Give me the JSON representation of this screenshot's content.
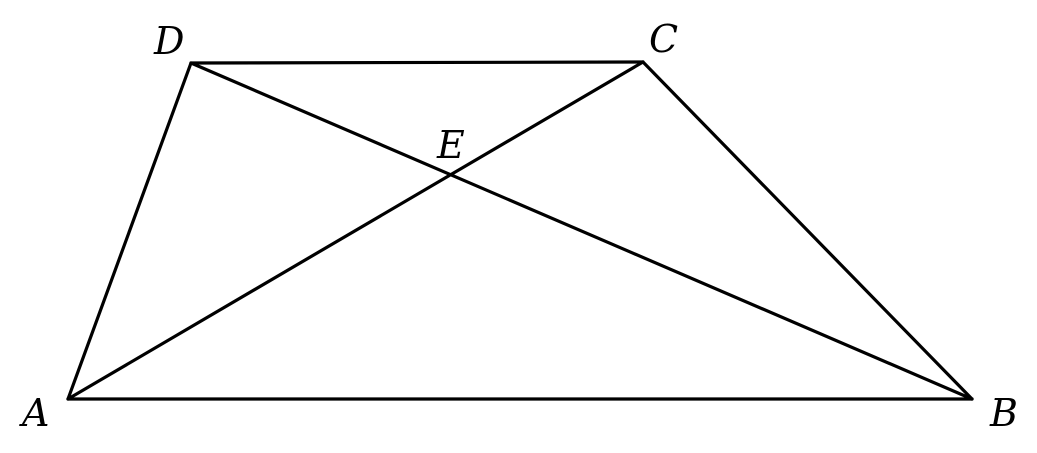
{
  "diagram": {
    "points": {
      "A": "A",
      "B": "B",
      "C": "C",
      "D": "D",
      "E": "E"
    },
    "segments": [
      "AB",
      "BC",
      "CD",
      "DA",
      "AC",
      "BD"
    ],
    "line_color": "#000000"
  }
}
